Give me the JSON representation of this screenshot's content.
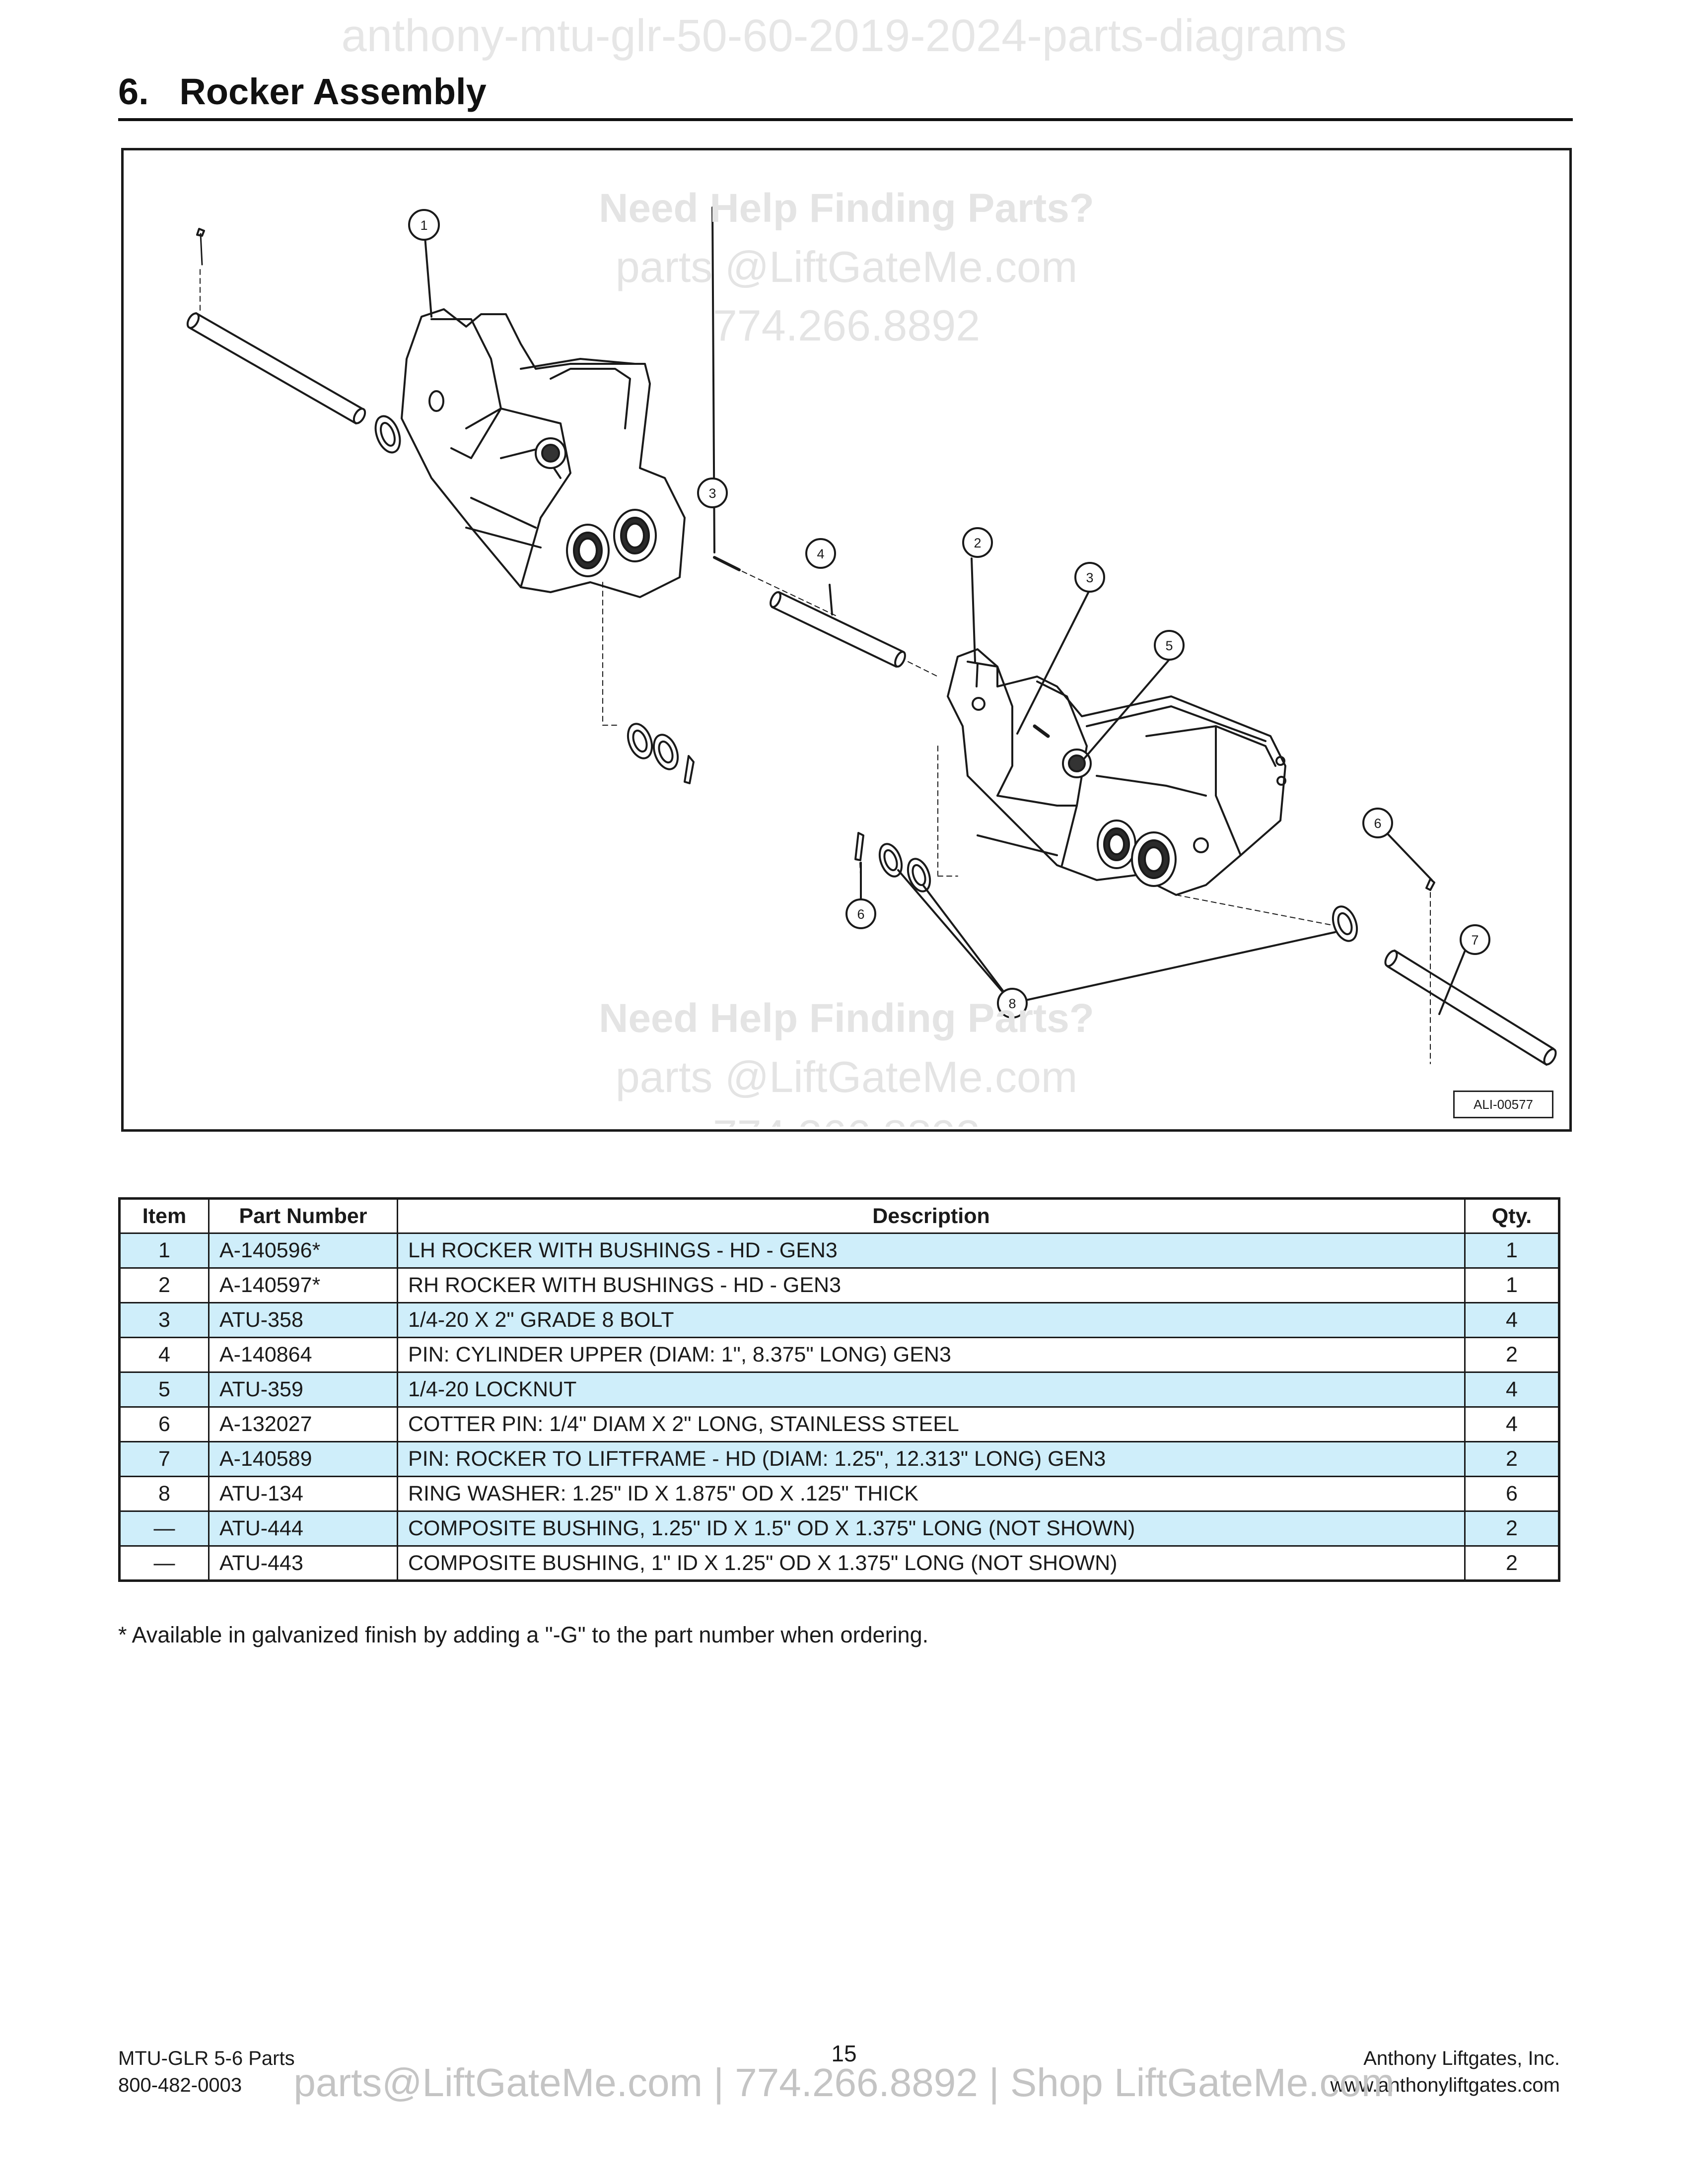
{
  "watermark_top": "anthony-mtu-glr-50-60-2019-2024-parts-diagrams",
  "section_title": "6.   Rocker Assembly",
  "diagram": {
    "watermark": {
      "line1": "Need Help Finding Parts?",
      "line2": "parts @LiftGateMe.com",
      "line3": "774.266.8892"
    },
    "callouts": [
      "1",
      "2",
      "3",
      "3",
      "4",
      "5",
      "6",
      "6",
      "7",
      "8"
    ],
    "figure_id": "ALI-00577"
  },
  "table": {
    "headers": [
      "Item",
      "Part Number",
      "Description",
      "Qty."
    ],
    "rows": [
      [
        "1",
        "A-140596*",
        "LH ROCKER WITH BUSHINGS - HD - GEN3",
        "1"
      ],
      [
        "2",
        "A-140597*",
        "RH ROCKER WITH BUSHINGS - HD - GEN3",
        "1"
      ],
      [
        "3",
        "ATU-358",
        "1/4-20 X 2\" GRADE 8 BOLT",
        "4"
      ],
      [
        "4",
        "A-140864",
        "PIN: CYLINDER UPPER (DIAM: 1\", 8.375\" LONG) GEN3",
        "2"
      ],
      [
        "5",
        "ATU-359",
        "1/4-20 LOCKNUT",
        "4"
      ],
      [
        "6",
        "A-132027",
        "COTTER PIN: 1/4\" DIAM X 2\" LONG, STAINLESS STEEL",
        "4"
      ],
      [
        "7",
        "A-140589",
        "PIN: ROCKER TO LIFTFRAME - HD (DIAM: 1.25\", 12.313\" LONG) GEN3",
        "2"
      ],
      [
        "8",
        "ATU-134",
        "RING WASHER: 1.25\" ID X 1.875\" OD X .125\" THICK",
        "6"
      ],
      [
        "—",
        "ATU-444",
        "COMPOSITE BUSHING, 1.25\" ID X 1.5\" OD X 1.375\" LONG (NOT SHOWN)",
        "2"
      ],
      [
        "—",
        "ATU-443",
        "COMPOSITE BUSHING, 1\" ID X 1.25\" OD X 1.375\" LONG (NOT SHOWN)",
        "2"
      ]
    ]
  },
  "footnote": "* Available in galvanized finish by adding a \"-G\" to the part number when ordering.",
  "footer": {
    "left_line1": "MTU-GLR 5-6 Parts",
    "left_line2": "800-482-0003",
    "page_number": "15",
    "right_line1": "Anthony Liftgates, Inc.",
    "right_line2": "www.anthonyliftgates.com",
    "watermark": "parts@LiftGateMe.com | 774.266.8892 | Shop LiftGateMe.com"
  },
  "colors": {
    "row_shade": "#cfeefa",
    "line": "#1a1a1a",
    "watermark": "#e4e4e4"
  }
}
